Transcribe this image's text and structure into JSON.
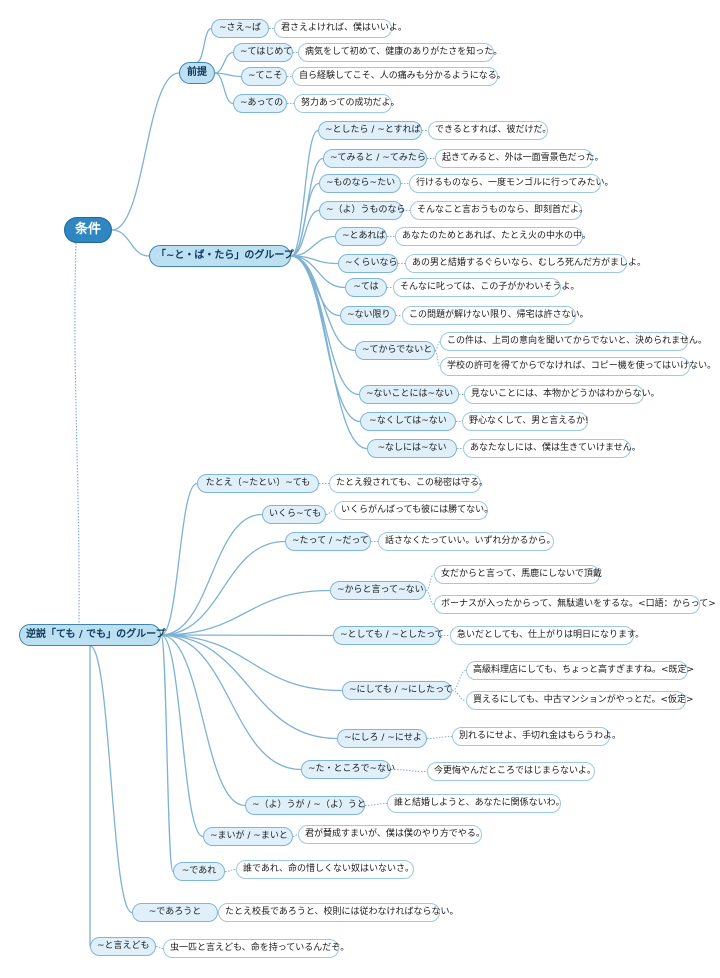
{
  "colors": {
    "line": "#7db2d4",
    "root": "#2f86c0",
    "group": "#bcdff2"
  },
  "roots": {
    "jouken": "条件",
    "gyakusetsu": "逆説「ても / でも」のグループ"
  },
  "groups": {
    "zentei": "前提",
    "totoba": "「~と・ば・たら」のグループ"
  },
  "topics": [
    "~さえ~ば",
    "~てはじめて",
    "~てこそ",
    "~あっての",
    "~としたら / ~とすれば",
    "~てみると / ~てみたら",
    "~ものなら~たい",
    "~（よ）うものなら",
    "~とあれば",
    "~くらいなら",
    "~ては",
    "~ない限り",
    "~てからでないと",
    "~ないことには~ない",
    "~なくしては~ない",
    "~なしには~ない",
    "たとえ（~たとい）~ても",
    "いくら~ても",
    "~たって / ~だって",
    "~からと言って~ない",
    "~としても / ~としたって",
    "~にしても / ~にしたって",
    "~にしろ / ~にせよ",
    "~た・ところで~ない",
    "~（よ）うが / ~（よ）うと",
    "~まいが / ~まいと",
    "~であれ",
    "~であろうと",
    "~と言えども"
  ],
  "examples": [
    "君さえよければ、僕はいいよ。",
    "病気をして初めて、健康のありがたさを知った。",
    "自ら経験してこそ、人の痛みも分かるようになる。",
    "努力あっての成功だよ。",
    "できるとすれば、彼だけだ。",
    "起きてみると、外は一面雪景色だった。",
    "行けるものなら、一度モンゴルに行ってみたい。",
    "そんなこと言おうものなら、即刻首だよ。",
    "あなたのためとあれば、たとえ火の中水の中。",
    "あの男と結婚するぐらいなら、むしろ死んだ方がましよ。",
    "そんなに叱っては、この子がかわいそうよ。",
    "この問題が解けない限り、帰宅は許さない。",
    "この件は、上司の意向を聞いてからでないと、決められません。",
    "学校の許可を得てからでなければ、コピー機を使ってはいけない。",
    "見ないことには、本物かどうかはわからない。",
    "野心なくして、男と言えるか!",
    "あなたなしには、僕は生きていけません。",
    "たとえ殺されても、この秘密は守る。",
    "いくらがんばっても彼には勝てない。",
    "話さなくたっていい。いずれ分かるから。",
    "女だからと言って、馬鹿にしないで頂戴",
    "ボーナスが入ったからって、無駄遣いをするな。<口語：からって>",
    "急いだとしても、仕上がりは明日になります。",
    "高級料理店にしても、ちょっと高すぎますね。<既定>",
    "買えるにしても、中古マンションがやっとだ。<仮定>",
    "別れるにせよ、手切れ金はもらうわよ。",
    "今更悔やんだところではじまらないよ。",
    "誰と結婚しようと、あなたに関係ないわ。",
    "君が賛成すまいが、僕は僕のやり方でやる。",
    "誰であれ、命の惜しくない奴はいないさ。",
    "たとえ校長であろうと、校則には従わなければならない。",
    "虫一匹と言えども、命を持っているんだぞ。"
  ]
}
